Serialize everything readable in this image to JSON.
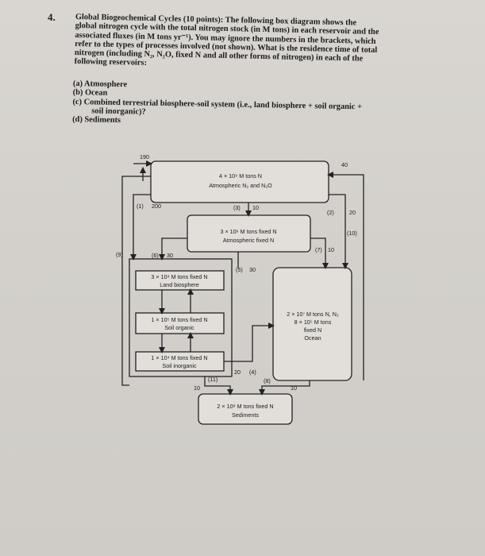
{
  "question": {
    "number": "4.",
    "lines": [
      "Global Biogeochemical Cycles (10 points): The following box diagram shows the",
      "global nitrogen cycle with the total nitrogen stock (in M tons) in each reservoir and the",
      "associated fluxes (in M tons yr⁻¹). You may ignore the numbers in the brackets, which",
      "refer to the types of processes involved (not shown). What is the residence time of total",
      "nitrogen (including N₂, N₂O, fixed N and all other forms of nitrogen) in each of the",
      "following reservoirs:"
    ],
    "parts": [
      "(a) Atmosphere",
      "(b) Ocean",
      "(c) Combined terrestrial biosphere-soil system (i.e., land biosphere + soil organic +",
      "soil inorganic)?",
      "(d) Sediments"
    ]
  },
  "diagram": {
    "boxes": {
      "atmosphere": {
        "line1": "4 × 10⁹ M tons N",
        "line2": "Atmospheric N₂ and N₂O"
      },
      "atm_fixed": {
        "line1": "3 × 10⁶ M tons fixed N",
        "line2": "Atmospheric fixed N"
      },
      "land_biosphere": {
        "line1": "3 × 10⁴ M tons fixed N",
        "line2": "Land biosphere"
      },
      "soil_organic": {
        "line1": "1 × 10⁵ M tons fixed N",
        "line2": "Soil organic"
      },
      "soil_inorganic": {
        "line1": "1 × 10⁴ M tons fixed N",
        "line2": "Soil inorganic"
      },
      "ocean": {
        "line1": "2 × 10⁷ M tons N, N₂",
        "line2": "8 × 10⁵ M tons",
        "line3": "fixed N",
        "line4": "Ocean"
      },
      "sediments": {
        "line1": "2 × 10⁸ M tons fixed N",
        "line2": "Sediments"
      }
    },
    "fluxes": {
      "f190": "190",
      "f40": "40",
      "p1": "(1)",
      "f200": "200",
      "p3": "(3)",
      "f10_3": "10",
      "p2": "(2)",
      "f20_2": "20",
      "p10": "(10)",
      "p7": "(7)",
      "f10_7": "10",
      "p9": "(9)",
      "p6": "(6)",
      "f30_6": "30",
      "p5": "(5)",
      "f30_5": "30",
      "f20_4": "20",
      "p4": "(4)",
      "p11": "(11)",
      "p8": "(8)",
      "f10_11": "10",
      "f10_8": "10"
    }
  }
}
